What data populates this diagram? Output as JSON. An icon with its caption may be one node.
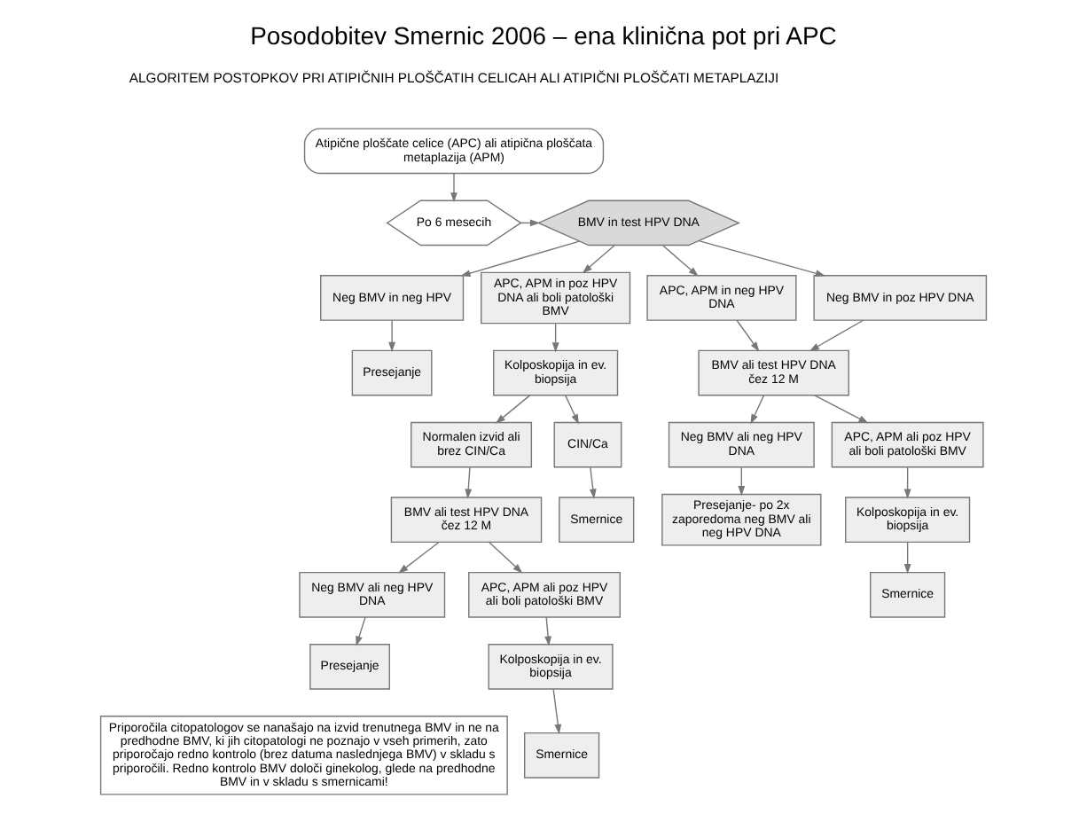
{
  "diagram": {
    "title": "Posodobitev Smernic 2006 – ena klinična pot pri APC",
    "nodes": [
      {
        "text": [
          "Atipične ploščate celice (APC) ali atipična ploščata metaplazija (APM)"
        ]
      },
      {
        "text": [
          "Po 6 mesecih"
        ]
      },
      {
        "text": [
          "BMV in test HPV DNA"
        ]
      },
      {
        "text": [
          "Neg BMV in neg HPV"
        ]
      },
      {
        "text": [
          "APC, APM in poz HPV DNA ali boli patološki BMV"
        ]
      },
      {
        "text": [
          "APC, APM in neg HPV DNA"
        ]
      },
      {
        "text": [
          "Neg BMV in poz HPV DNA"
        ]
      },
      {
        "text": [
          "Presejanje"
        ]
      },
      {
        "text": [
          "Kolposkopija in ev. biopsija"
        ]
      },
      {
        "text": [
          "BMV ali test HPV DNA čez 12 M"
        ]
      },
      {
        "text": [
          "Normalen izvid ali brez CIN/Ca"
        ]
      },
      {
        "text": [
          "CIN/Ca"
        ]
      },
      {
        "text": [
          "Neg BMV ali neg HPV DNA"
        ]
      },
      {
        "text": [
          "APC, APM ali poz HPV ali boli patološki BMV"
        ]
      },
      {
        "text": [
          "BMV ali test HPV DNA čez 12 M"
        ]
      },
      {
        "text": [
          "Smernice"
        ]
      },
      {
        "text": [
          "Presejanje- po 2x zaporedoma neg BMV ali neg HPV DNA"
        ]
      },
      {
        "text": [
          "Kolposkopija in ev. biopsija"
        ]
      },
      {
        "text": [
          "Neg BMV ali neg HPV DNA"
        ]
      },
      {
        "text": [
          "APC, APM ali poz HPV ali boli patološki BMV"
        ]
      },
      {
        "text": [
          "Smernice"
        ]
      },
      {
        "text": [
          "Presejanje"
        ]
      },
      {
        "text": [
          "Kolposkopija in ev. biopsija"
        ]
      },
      {
        "text": [
          "Smernice"
        ]
      },
      {
        "text": [
          "Priporočila citopatologov se nanašajo na izvid trenutnega BMV in ne na predhodne BMV, ki jih citopatologi ne poznajo v vseh primerih, zato priporočajo redno kontrolo (brez datuma naslednjega BMV) v skladu s priporočili. Redno kontrolo BMV določi ginekolog, glede na predhodne BMV in v skladu s smernicami!"
        ]
      }
    ],
    "edges": [
      {
        "from": 0,
        "to": 1,
        "arrow": "to"
      },
      {
        "from": 1,
        "to": 2,
        "arrow": "to"
      },
      {
        "from": 2,
        "to": 3,
        "arrow": "to"
      },
      {
        "from": 2,
        "to": 4,
        "arrow": "to"
      },
      {
        "from": 2,
        "to": 5,
        "arrow": "to"
      },
      {
        "from": 2,
        "to": 6,
        "arrow": "to"
      },
      {
        "from": 3,
        "to": 7,
        "arrow": "to"
      },
      {
        "from": 4,
        "to": 8,
        "arrow": "to"
      },
      {
        "from": 5,
        "to": 9,
        "arrow": "to"
      },
      {
        "from": 6,
        "to": 9,
        "arrow": "to"
      },
      {
        "from": 8,
        "to": 10,
        "arrow": "to"
      },
      {
        "from": 8,
        "to": 11,
        "arrow": "to"
      },
      {
        "from": 9,
        "to": 12,
        "arrow": "to"
      },
      {
        "from": 9,
        "to": 13,
        "arrow": "to"
      },
      {
        "from": 10,
        "to": 14,
        "arrow": "to"
      },
      {
        "from": 11,
        "to": 15,
        "arrow": "to"
      },
      {
        "from": 12,
        "to": 16,
        "arrow": "to"
      },
      {
        "from": 13,
        "to": 17,
        "arrow": "to"
      },
      {
        "from": 14,
        "to": 18,
        "arrow": "to"
      },
      {
        "from": 14,
        "to": 19,
        "arrow": "to"
      },
      {
        "from": 17,
        "to": 20,
        "arrow": "to"
      },
      {
        "from": 18,
        "to": 21,
        "arrow": "to"
      },
      {
        "from": 19,
        "to": 22,
        "arrow": "to"
      },
      {
        "from": 22,
        "to": 23,
        "arrow": "to"
      }
    ],
    "labels": [
      "ALGORITEM POSTOPKOV PRI ATIPIČNIH PLOŠČATIH CELICAH ALI ATIPIČNI PLOŠČATI METAPLAZIJI"
    ]
  }
}
